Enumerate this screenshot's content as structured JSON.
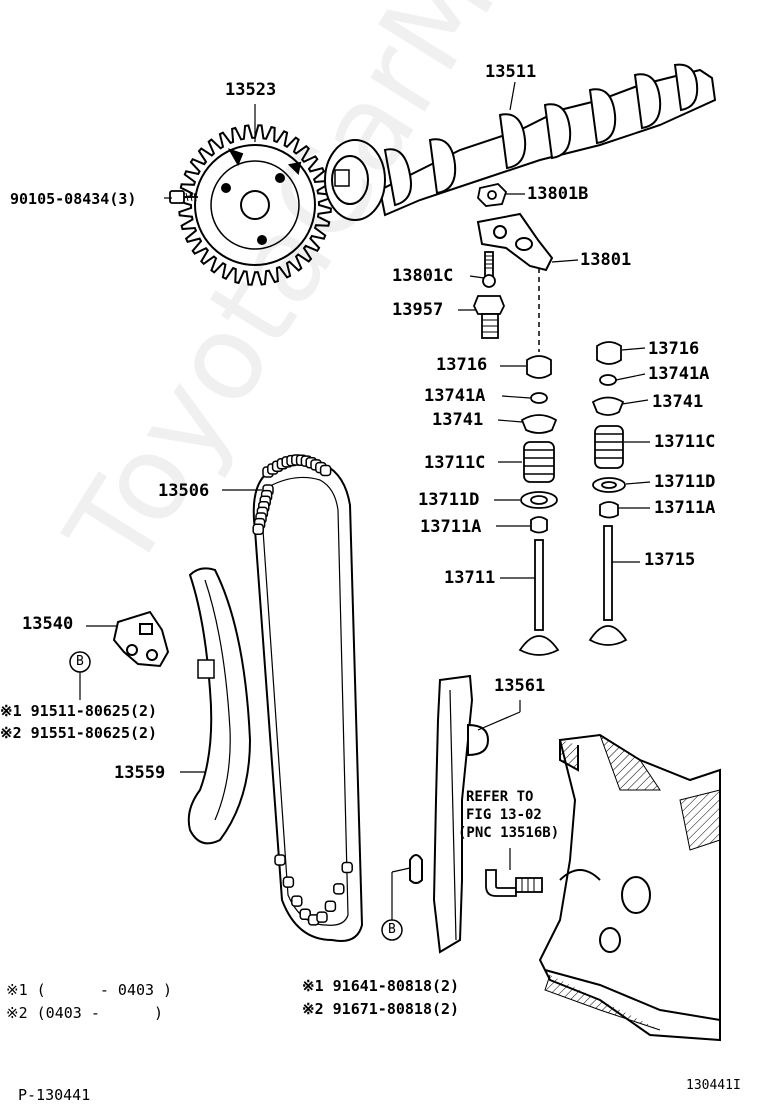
{
  "parts": {
    "camshaft": "13511",
    "cam_sprocket": "13523",
    "sprocket_bolt": "90105-08434(3)",
    "adjust_screw_nut": "13801B",
    "rocker_arm": "13801",
    "adjust_screw": "13801C",
    "rocker_bolt": "13957",
    "lash_cap_left": "13716",
    "keeper_left": "13741A",
    "retainer_left": "13741",
    "spring_left": "13711C",
    "spring_seat_left": "13711D",
    "stem_seal_left": "13711A",
    "intake_valve": "13711",
    "lash_cap_right": "13716",
    "keeper_right": "13741A",
    "retainer_right": "13741",
    "spring_right": "13711C",
    "spring_seat_right": "13711D",
    "stem_seal_right": "13711A",
    "exhaust_valve": "13715",
    "timing_chain": "13506",
    "chain_tensioner": "13540",
    "tensioner_slipper": "13559",
    "chain_damper": "13561"
  },
  "tensioner_bolts": {
    "callout": "B",
    "line1": "※1 91511-80625(2)",
    "line2": "※2 91551-80625(2)"
  },
  "damper_bolts": {
    "callout": "B",
    "line1": "※1 91641-80818(2)",
    "line2": "※2 91671-80818(2)"
  },
  "reference": {
    "line1": "REFER TO",
    "line2": "FIG 13-02",
    "line3": "(PNC 13516B)"
  },
  "legend": {
    "line1": "※1 (      - 0403 )",
    "line2": "※2 (0403 -      )"
  },
  "footer": {
    "page_code": "P-130441",
    "figure_id": "130441I"
  },
  "watermark": "ToyotaCarMine.ru"
}
